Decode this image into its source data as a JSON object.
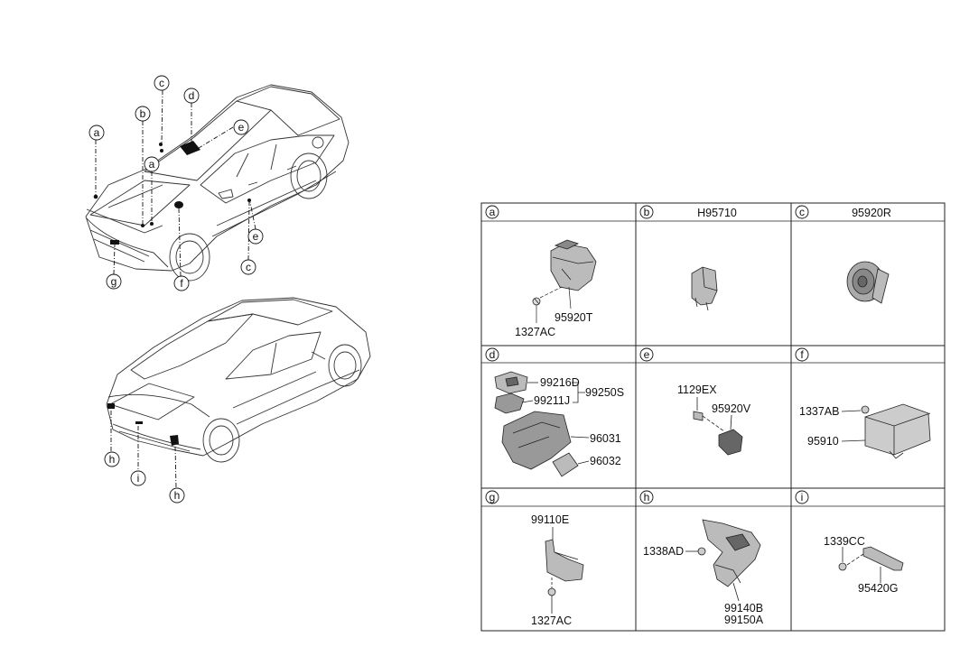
{
  "callouts": [
    {
      "id": "a1",
      "letter": "a"
    },
    {
      "id": "b1",
      "letter": "b"
    },
    {
      "id": "c1",
      "letter": "c"
    },
    {
      "id": "d1",
      "letter": "d"
    },
    {
      "id": "e1",
      "letter": "e"
    },
    {
      "id": "a2",
      "letter": "a"
    },
    {
      "id": "e2",
      "letter": "e"
    },
    {
      "id": "c2",
      "letter": "c"
    },
    {
      "id": "g1",
      "letter": "g"
    },
    {
      "id": "f1",
      "letter": "f"
    },
    {
      "id": "h1",
      "letter": "h"
    },
    {
      "id": "i1",
      "letter": "i"
    },
    {
      "id": "h2",
      "letter": "h"
    }
  ],
  "cells": [
    {
      "letter": "a",
      "header": "",
      "parts": [
        "1327AC",
        "95920T"
      ]
    },
    {
      "letter": "b",
      "header": "H95710",
      "parts": []
    },
    {
      "letter": "c",
      "header": "95920R",
      "parts": []
    },
    {
      "letter": "d",
      "header": "",
      "parts": [
        "99216D",
        "99211J",
        "99250S",
        "96031",
        "96032"
      ]
    },
    {
      "letter": "e",
      "header": "",
      "parts": [
        "1129EX",
        "95920V"
      ]
    },
    {
      "letter": "f",
      "header": "",
      "parts": [
        "1337AB",
        "95910"
      ]
    },
    {
      "letter": "g",
      "header": "",
      "parts": [
        "99110E",
        "1327AC"
      ]
    },
    {
      "letter": "h",
      "header": "",
      "parts": [
        "1338AD",
        "99140B",
        "99150A"
      ]
    },
    {
      "letter": "i",
      "header": "",
      "parts": [
        "1339CC",
        "95420G"
      ]
    }
  ]
}
